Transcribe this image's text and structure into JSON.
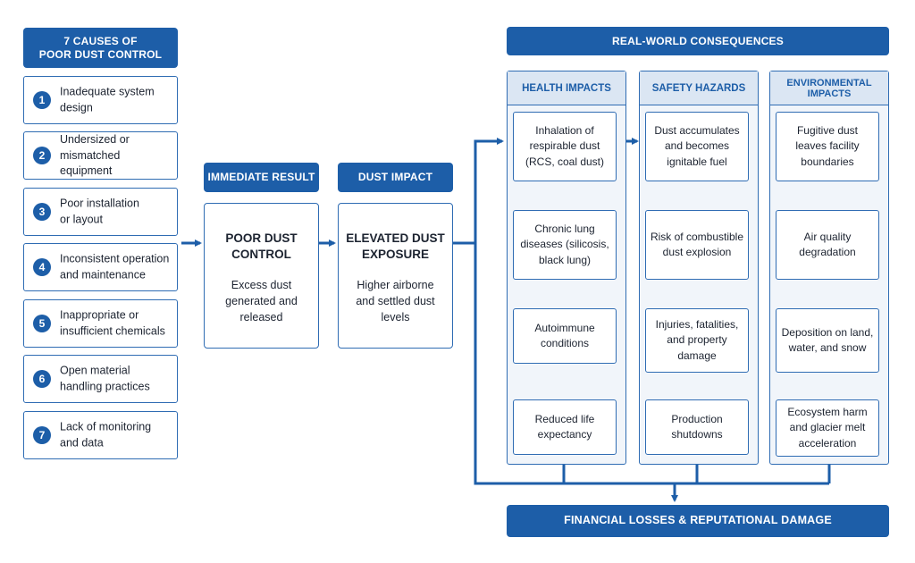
{
  "causes": {
    "header": [
      "7 CAUSES OF",
      "POOR DUST CONTROL"
    ],
    "items": [
      {
        "num": "1",
        "text": "Inadequate system design"
      },
      {
        "num": "2",
        "text": "Undersized or mismatched equipment"
      },
      {
        "num": "3",
        "text": "Poor installation or layout"
      },
      {
        "num": "4",
        "text": "Inconsistent operation and maintenance"
      },
      {
        "num": "5",
        "text": "Inappropriate or insufficient chemicals"
      },
      {
        "num": "6",
        "text": "Open material handling practices"
      },
      {
        "num": "7",
        "text": "Lack of monitoring and data"
      }
    ]
  },
  "immediate": {
    "header": "IMMEDIATE RESULT",
    "title": "POOR DUST CONTROL",
    "desc": "Excess dust generated and released"
  },
  "impact": {
    "header": "DUST IMPACT",
    "title": "ELEVATED DUST EXPOSURE",
    "desc": "Higher airborne and settled dust levels"
  },
  "consequences": {
    "header": "REAL-WORLD CONSEQUENCES",
    "columns": [
      {
        "title": "HEALTH IMPACTS",
        "items": [
          "Inhalation of respirable dust (RCS, coal dust)",
          "Chronic lung diseases (silicosis, black lung)",
          "Autoimmune conditions",
          "Reduced life expectancy"
        ]
      },
      {
        "title": "SAFETY HAZARDS",
        "items": [
          "Dust accumulates and becomes ignitable fuel",
          "Risk of combustible dust explosion",
          "Injuries, fatalities, and property damage",
          "Production shutdowns"
        ]
      },
      {
        "title": "ENVIRONMENTAL IMPACTS",
        "items": [
          "Fugitive dust leaves facility boundaries",
          "Air quality degradation",
          "Deposition on land, water, and snow",
          "Ecosystem harm and glacier melt acceleration"
        ]
      }
    ]
  },
  "footer": "FINANCIAL LOSSES & REPUTATIONAL DAMAGE",
  "colors": {
    "primary": "#1d5ea8",
    "border": "#2f6cb3",
    "column_bg": "#f1f5fa",
    "column_header_bg": "#dbe6f3"
  }
}
